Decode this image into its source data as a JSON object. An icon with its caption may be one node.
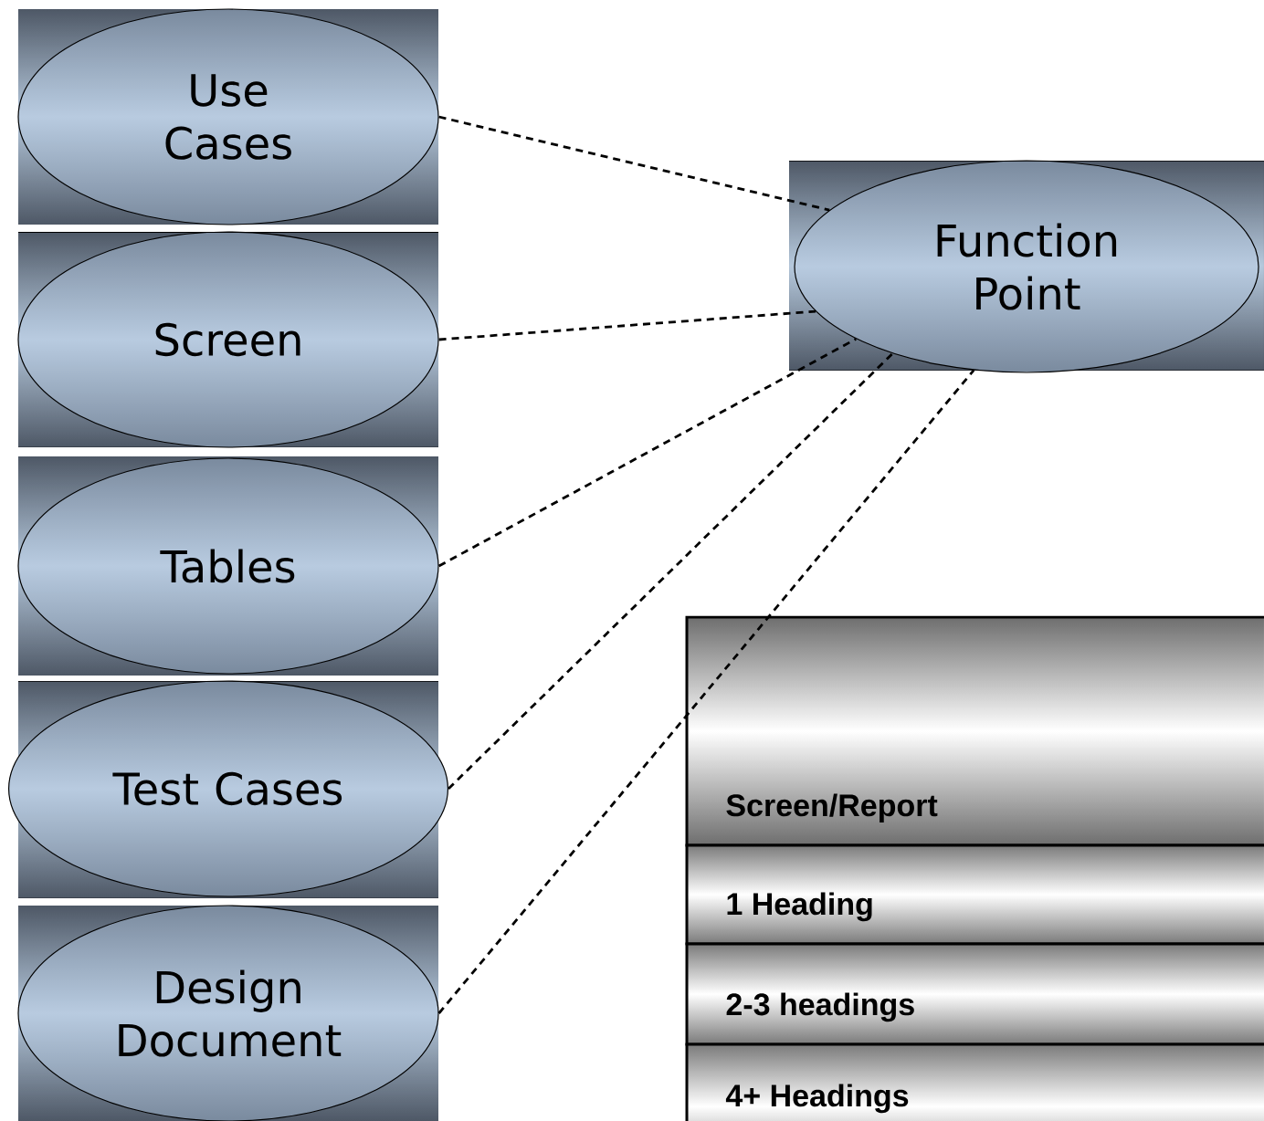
{
  "diagram": {
    "nodes": [
      {
        "text": [
          "Use Cases"
        ]
      },
      {
        "text": [
          "Screen"
        ]
      },
      {
        "text": [
          "Tables"
        ]
      },
      {
        "text": [
          "Test Cases"
        ]
      },
      {
        "text": [
          "Design Document"
        ]
      },
      {
        "text": [
          "Function Point"
        ]
      }
    ],
    "edges": [
      {
        "from": 0,
        "to": 5,
        "arrow": "none",
        "style": "dashed"
      },
      {
        "from": 1,
        "to": 5,
        "arrow": "none",
        "style": "dashed"
      },
      {
        "from": 2,
        "to": 5,
        "arrow": "none",
        "style": "dashed"
      },
      {
        "from": 3,
        "to": 5,
        "arrow": "none",
        "style": "dashed"
      },
      {
        "from": 4,
        "to": 5,
        "arrow": "none",
        "style": "dashed"
      }
    ],
    "labels": [
      "Screen/Report",
      "1 Heading",
      "2-3 headings",
      "4+ Headings"
    ]
  }
}
